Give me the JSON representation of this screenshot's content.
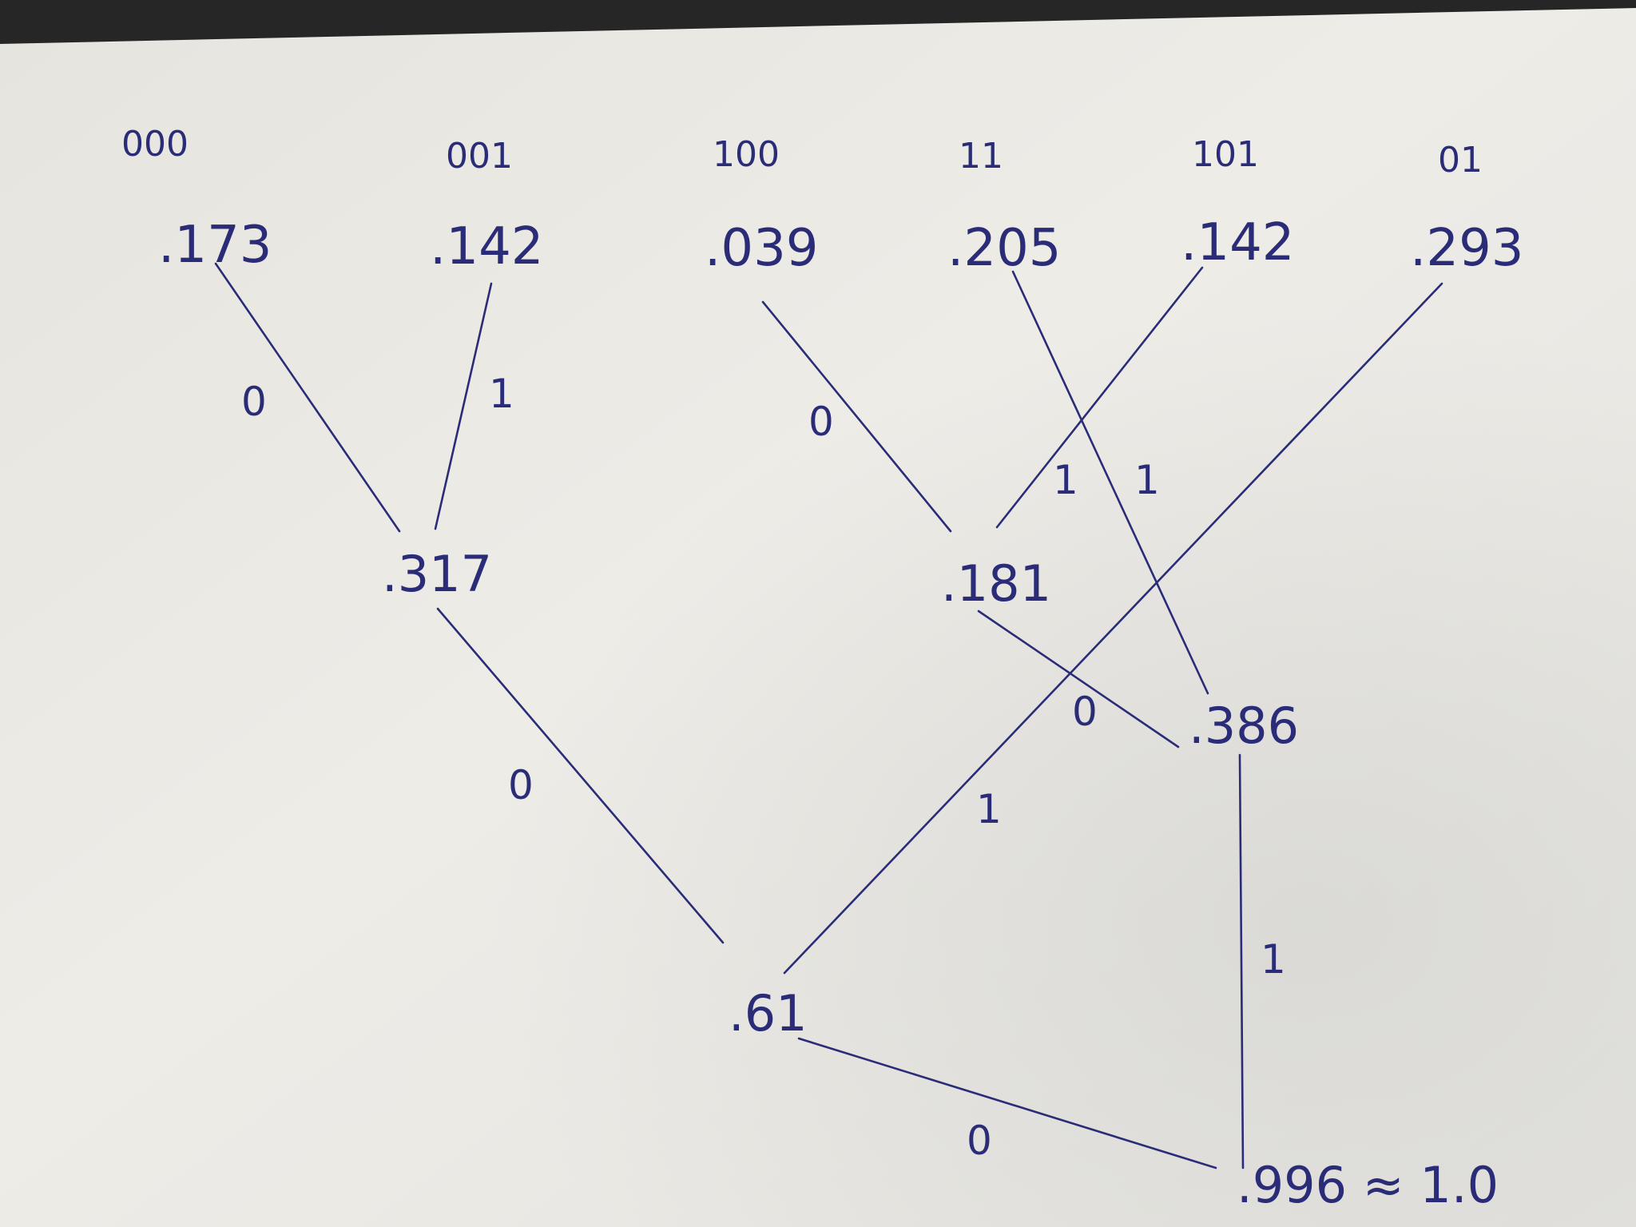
{
  "leaves": [
    {
      "code": "000",
      "prob": ".173"
    },
    {
      "code": "001",
      "prob": ".142"
    },
    {
      "code": "100",
      "prob": ".039"
    },
    {
      "code": "11",
      "prob": ".205"
    },
    {
      "code": "101",
      "prob": ".142"
    },
    {
      "code": "01",
      "prob": ".293"
    }
  ],
  "nodes": {
    "n317": ".317",
    "n181": ".181",
    "n386": ".386",
    "n61": ".61",
    "root": ".996 ≈ 1.0"
  },
  "edge_labels": {
    "e173": "0",
    "e142a": "1",
    "e039": "0",
    "e142b": "1",
    "e205": "1",
    "e181": "0",
    "e293": "1",
    "e317": "0",
    "e61": "0",
    "e386": "1"
  },
  "colors": {
    "ink": "#2a2c78",
    "paper": "#eceae4",
    "background": "#2b2b2b"
  }
}
